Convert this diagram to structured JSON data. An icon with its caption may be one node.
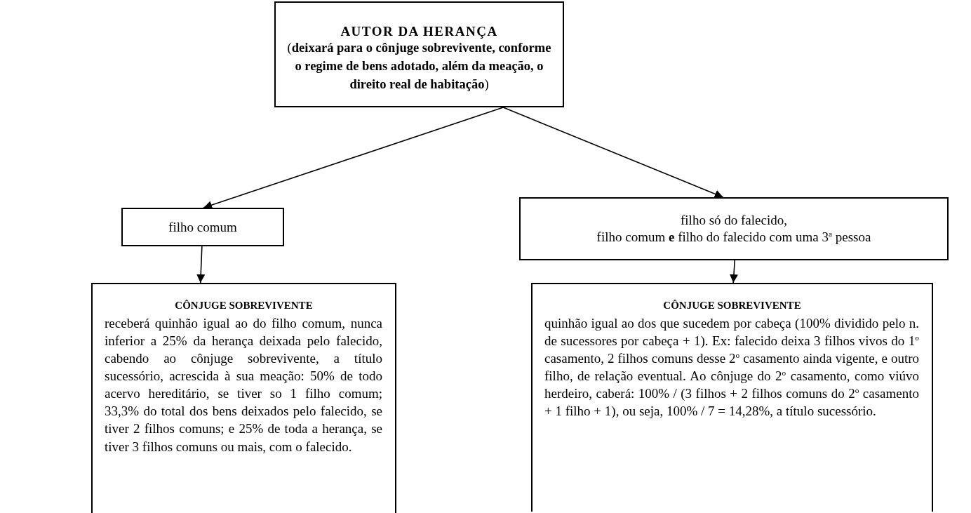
{
  "diagram": {
    "nodes": [
      {
        "text": [
          "AUTOR DA HERANÇA",
          "(**deixará para o cônjuge sobrevivente, conforme o regime de bens adotado, além da meação, o direito real de habitação**)"
        ]
      },
      {
        "text": [
          "filho comum"
        ]
      },
      {
        "text": [
          "filho só do falecido,",
          "filho comum **e** filho do falecido com uma 3$^{a}$ pessoa"
        ]
      },
      {
        "text": [
          "CÔNJUGE SOBREVIVENTE",
          "receberá quinhão igual ao do filho comum, nunca inferior a 25% da herança deixada pelo falecido, cabendo ao cônjuge sobrevivente, a título sucessório, acrescida à sua meação: 50% de todo acervo hereditário, se tiver so 1 filho comum; 33,3% do total dos bens deixados pelo falecido, se tiver 2 filhos comuns; e 25% de toda a herança, se tiver 3 filhos comuns ou mais, com o falecido."
        ]
      },
      {
        "text": [
          "CÔNJUGE SOBREVIVENTE",
          "quinhão igual ao dos que sucedem por cabeça (100% dividido pelo n. de sucessores por cabeça + 1). Ex: falecido deixa 3 filhos vivos do 1$^{o}$ casamento, 2 filhos comuns desse 2$^{o}$ casamento ainda vigente, e outro filho, de relação eventual. Ao cônjuge do 2$^{o}$ casamento, como viúvo herdeiro, caberá: 100% / (3 filhos + 2 filhos comuns do 2$^{o}$ casamento + 1 filho + 1), ou seja, 100% / 7 = 14,28%, a título sucessório."
        ]
      }
    ],
    "edges": [
      {
        "from": 0,
        "to": 1,
        "arrow": "to"
      },
      {
        "from": 0,
        "to": 2,
        "arrow": "to"
      },
      {
        "from": 1,
        "to": 3,
        "arrow": "to"
      },
      {
        "from": 2,
        "to": 4,
        "arrow": "to"
      }
    ]
  }
}
